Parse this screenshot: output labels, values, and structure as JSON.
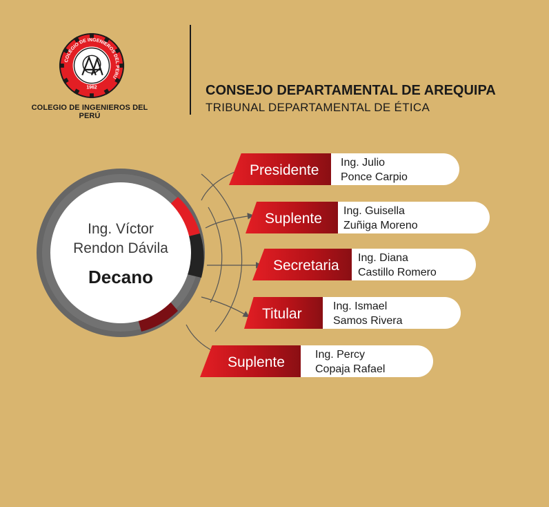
{
  "header": {
    "seal": {
      "ring_text": "COLEGIO DE INGENIEROS DEL PERU",
      "year": "1962",
      "colors": {
        "red": "#e31e24",
        "black": "#1a1a1a"
      }
    },
    "org_name": "COLEGIO DE INGENIEROS DEL PERÚ",
    "title": "CONSEJO DEPARTAMENTAL DE AREQUIPA",
    "subtitle": "TRIBUNAL DEPARTAMENTAL DE ÉTICA"
  },
  "center": {
    "name_line1": "Ing. Víctor",
    "name_line2": "Rendon Dávila",
    "role": "Decano"
  },
  "members": [
    {
      "role": "Presidente",
      "name_line1": "Ing. Julio",
      "name_line2": "Ponce Carpio"
    },
    {
      "role": "Suplente",
      "name_line1": "Ing. Guisella",
      "name_line2": "Zuñiga Moreno"
    },
    {
      "role": "Secretaria",
      "name_line1": "Ing. Diana",
      "name_line2": "Castillo Romero"
    },
    {
      "role": "Titular",
      "name_line1": "Ing. Ismael",
      "name_line2": "Samos Rivera"
    },
    {
      "role": "Suplente",
      "name_line1": "Ing. Percy",
      "name_line2": "Copaja Rafael"
    }
  ],
  "colors": {
    "background": "#d9b56f",
    "accent_red": "#e31e24",
    "dark_red": "#8a0f14",
    "ring_gray": "#6b6b6b",
    "text_dark": "#1a1a1a"
  }
}
